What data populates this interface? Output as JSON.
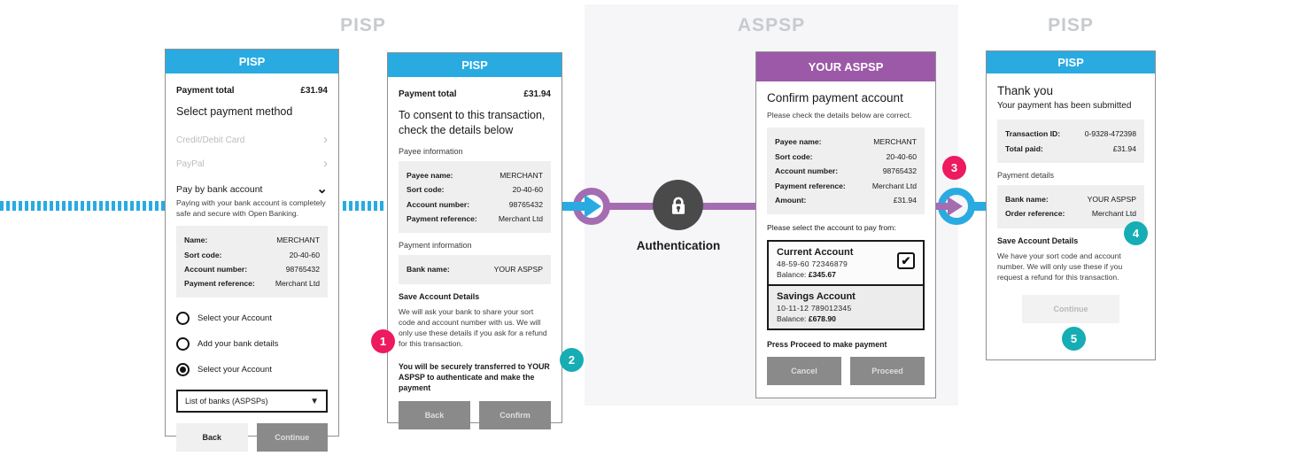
{
  "colors": {
    "blue": "#29ABE2",
    "purple": "#9C59A8",
    "purple_line": "#A46CB1",
    "pink": "#ED1A60",
    "teal": "#16ADB4",
    "auth_circle": "#4A4A4A"
  },
  "icons": {
    "chevron_right": "›",
    "chevron_down": "⌄",
    "dropdown_arrow": "▼",
    "check": "✔"
  },
  "lanes": {
    "pisp_left": "PISP",
    "aspsp": "ASPSP",
    "pisp_right": "PISP"
  },
  "flow": {
    "authentication_label": "Authentication"
  },
  "step_markers": [
    "1",
    "2",
    "3",
    "4",
    "5"
  ],
  "panel_select_method": {
    "header": "PISP",
    "payment_total_label": "Payment total",
    "payment_total_value": "£31.94",
    "title": "Select payment method",
    "disabled_methods": [
      {
        "label": "Credit/Debit Card"
      },
      {
        "label": "PayPal"
      }
    ],
    "bank_method_label": "Pay by bank account",
    "bank_method_desc": "Paying with your bank account is completely safe and secure with Open Banking.",
    "details": [
      {
        "label": "Name:",
        "value": "MERCHANT"
      },
      {
        "label": "Sort code:",
        "value": "20-40-60"
      },
      {
        "label": "Account number:",
        "value": "98765432"
      },
      {
        "label": "Payment reference:",
        "value": "Merchant Ltd"
      }
    ],
    "radios": [
      {
        "label": "Select your Account",
        "checked": false
      },
      {
        "label": "Add your bank details",
        "checked": false
      },
      {
        "label": "Select your Account",
        "checked": true
      }
    ],
    "dropdown_value": "List of banks (ASPSPs)",
    "back_label": "Back",
    "continue_label": "Continue"
  },
  "panel_consent": {
    "header": "PISP",
    "payment_total_label": "Payment total",
    "payment_total_value": "£31.94",
    "title": "To consent to this transaction, check the details below",
    "payee_section_label": "Payee information",
    "payee_details": [
      {
        "label": "Payee name:",
        "value": "MERCHANT"
      },
      {
        "label": "Sort code:",
        "value": "20-40-60"
      },
      {
        "label": "Account number:",
        "value": "98765432"
      },
      {
        "label": "Payment reference:",
        "value": "Merchant Ltd"
      }
    ],
    "payment_section_label": "Payment information",
    "payment_details": [
      {
        "label": "Bank name:",
        "value": "YOUR ASPSP"
      }
    ],
    "save_details_label": "Save Account Details",
    "save_details_text": "We will ask your bank to share your sort code and account number with us. We will only use these details if you ask for a refund for this transaction.",
    "transfer_note": "You will be securely transferred to YOUR ASPSP to authenticate and make the payment",
    "back_label": "Back",
    "confirm_label": "Confirm"
  },
  "panel_aspsp": {
    "header": "YOUR ASPSP",
    "title": "Confirm payment account",
    "subtitle": "Please check the details below are correct.",
    "details": [
      {
        "label": "Payee name:",
        "value": "MERCHANT"
      },
      {
        "label": "Sort code:",
        "value": "20-40-60"
      },
      {
        "label": "Account number:",
        "value": "98765432"
      },
      {
        "label": "Payment reference:",
        "value": "Merchant Ltd"
      },
      {
        "label": "Amount:",
        "value": "£31.94"
      }
    ],
    "select_account_label": "Please select the account to pay from:",
    "accounts": [
      {
        "name": "Current Account",
        "numbers": "48-59-60  72346879",
        "balance_label": "Balance:",
        "balance": "£345.67",
        "selected": true
      },
      {
        "name": "Savings Account",
        "numbers": "10-11-12  789012345",
        "balance_label": "Balance:",
        "balance": "£678.90",
        "selected": false
      }
    ],
    "proceed_note": "Press Proceed to make payment",
    "cancel_label": "Cancel",
    "proceed_label": "Proceed"
  },
  "panel_confirmation": {
    "header": "PISP",
    "title": "Thank you",
    "subtitle": "Your payment has been submitted",
    "summary": [
      {
        "label": "Transaction ID:",
        "value": "0-9328-472398"
      },
      {
        "label": "Total paid:",
        "value": "£31.94"
      }
    ],
    "payment_section_label": "Payment details",
    "payment_details": [
      {
        "label": "Bank name:",
        "value": "YOUR ASPSP"
      },
      {
        "label": "Order reference:",
        "value": "Merchant Ltd"
      }
    ],
    "save_details_label": "Save Account Details",
    "save_details_text": "We have your sort code and account number. We will only use these if you request a refund for this transaction.",
    "continue_label": "Continue"
  }
}
